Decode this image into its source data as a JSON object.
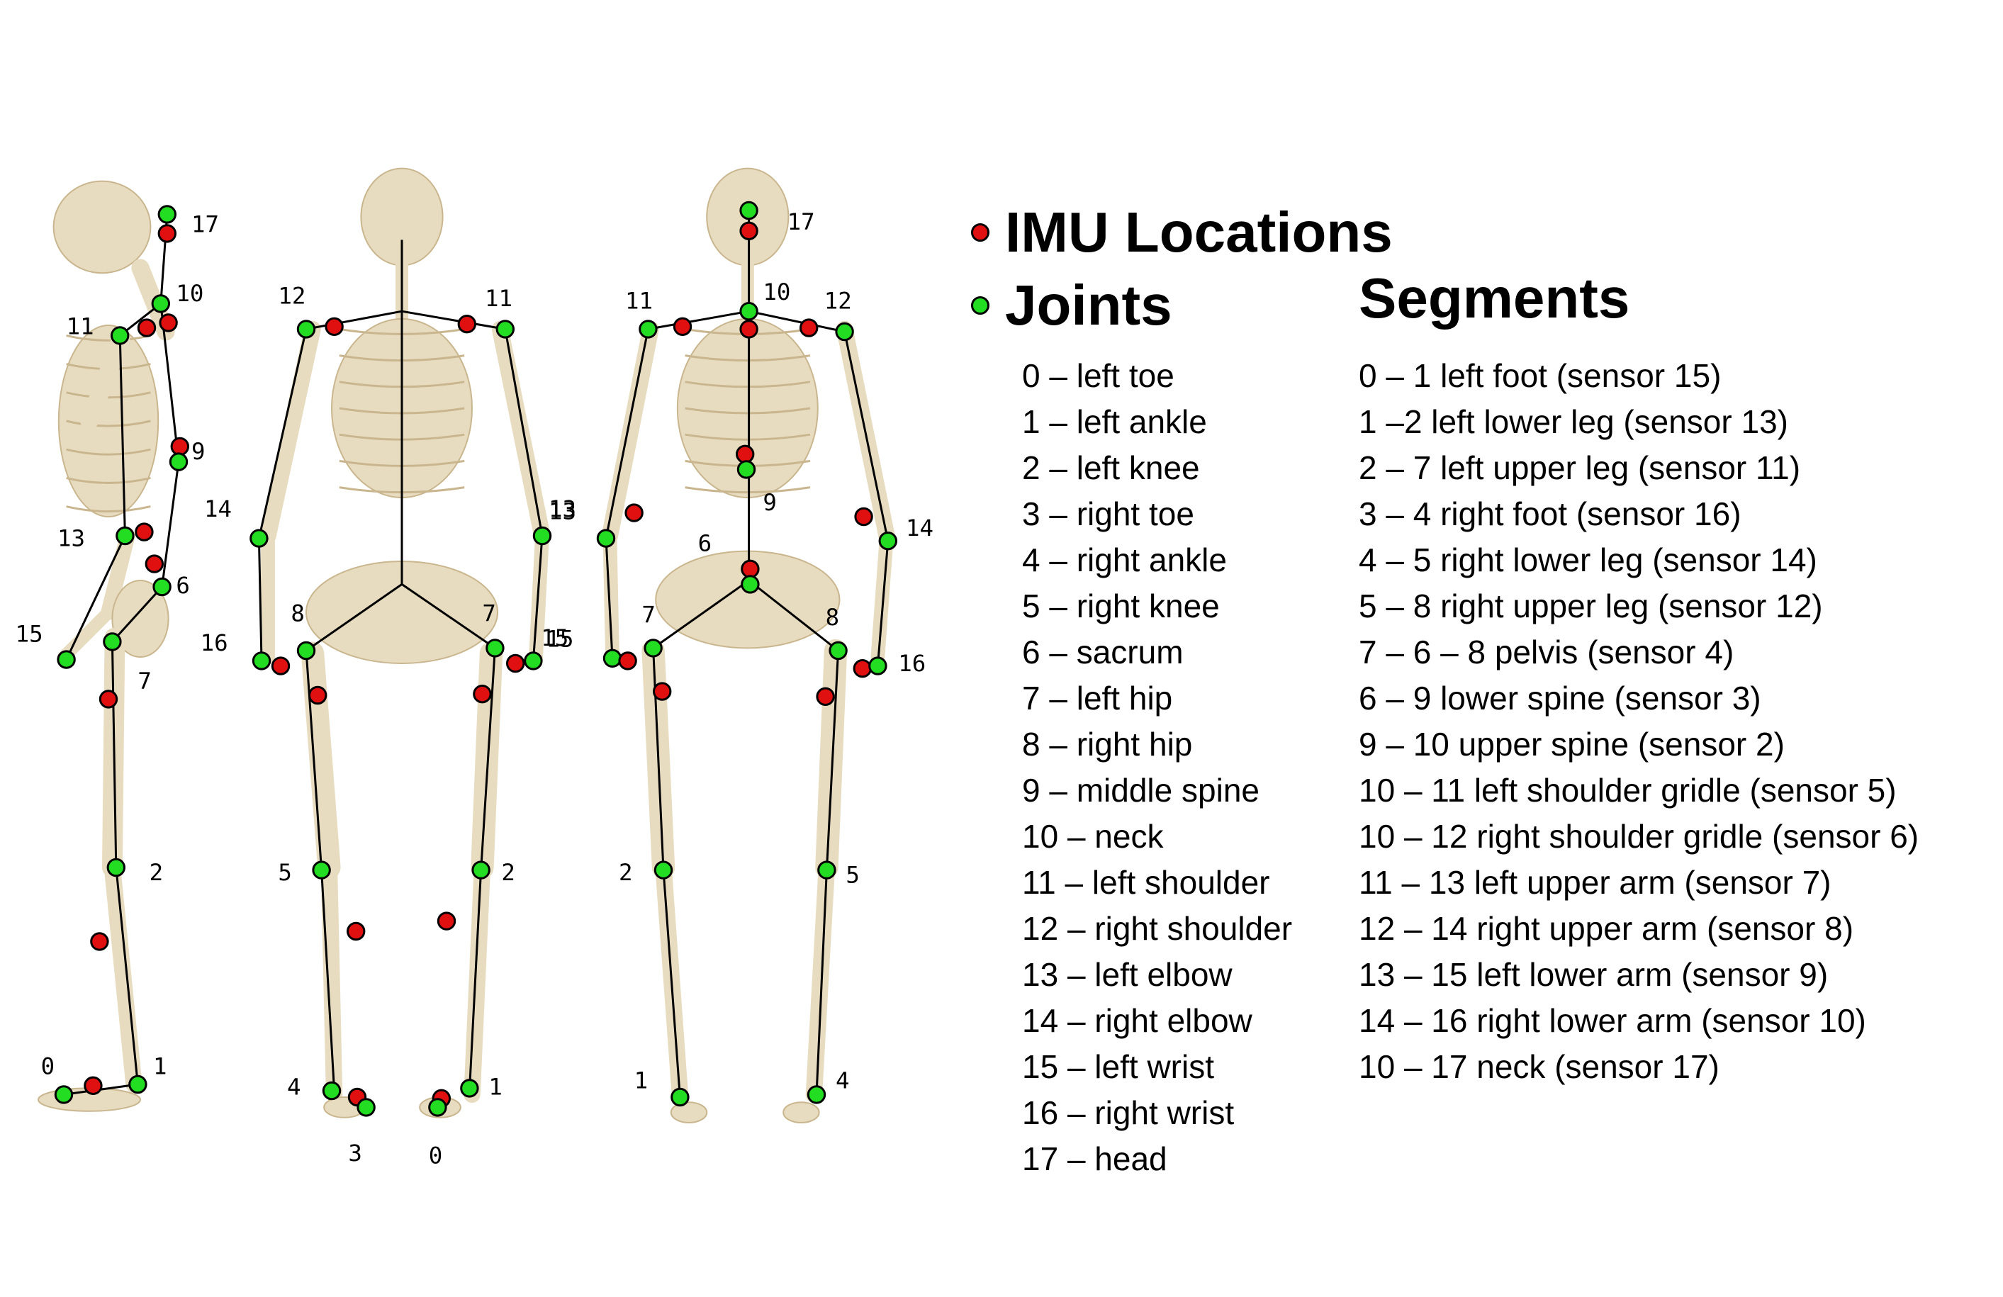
{
  "colors": {
    "imu": "#e01010",
    "joint": "#22dd22",
    "bone": "#e8dcc0",
    "bone_shade": "#c9b68e",
    "line": "#000000"
  },
  "legend": {
    "imu_label": "IMU Locations",
    "joints_label": "Joints",
    "segments_label": "Segments"
  },
  "joints": [
    "0 – left toe",
    "1 – left ankle",
    "2 – left knee",
    "3 – right toe",
    "4 – right ankle",
    "5 – right knee",
    "6 – sacrum",
    "7 – left hip",
    "8 – right hip",
    "9 – middle spine",
    "10 – neck",
    "11 – left shoulder",
    "12 – right shoulder",
    "13 – left elbow",
    "14 – right elbow",
    "15 – left wrist",
    "16 – right wrist",
    "17 – head"
  ],
  "segments": [
    "0 – 1 left foot (sensor 15)",
    "1 –2  left lower leg (sensor 13)",
    "2 – 7 left upper leg (sensor 11)",
    "3 – 4 right foot (sensor 16)",
    "4 – 5 right lower leg (sensor 14)",
    "5 – 8 right upper leg (sensor 12)",
    "7 – 6 – 8 pelvis (sensor 4)",
    "6 – 9 lower spine (sensor 3)",
    "9 – 10 upper spine (sensor 2)",
    "10 – 11 left shoulder gridle (sensor 5)",
    "10 – 12 right shoulder gridle (sensor 6)",
    "11 – 13 left upper arm (sensor 7)",
    "12 – 14 right upper arm (sensor 8)",
    "13 – 15 left lower arm (sensor 9)",
    "14 – 16 right lower arm (sensor 10)",
    "10 – 17 neck (sensor 17)"
  ],
  "figures": {
    "side": {
      "labels": [
        "17",
        "10",
        "11",
        "9",
        "13",
        "6",
        "15",
        "7",
        "2",
        "0",
        "1"
      ]
    },
    "front": {
      "labels": [
        "12",
        "11",
        "14",
        "13",
        "8",
        "7",
        "16",
        "15",
        "5",
        "2",
        "4",
        "1",
        "3",
        "0"
      ]
    },
    "back": {
      "labels": [
        "17",
        "11",
        "10",
        "12",
        "9",
        "6",
        "13",
        "14",
        "7",
        "8",
        "15",
        "16",
        "2",
        "5",
        "1",
        "4"
      ]
    }
  }
}
